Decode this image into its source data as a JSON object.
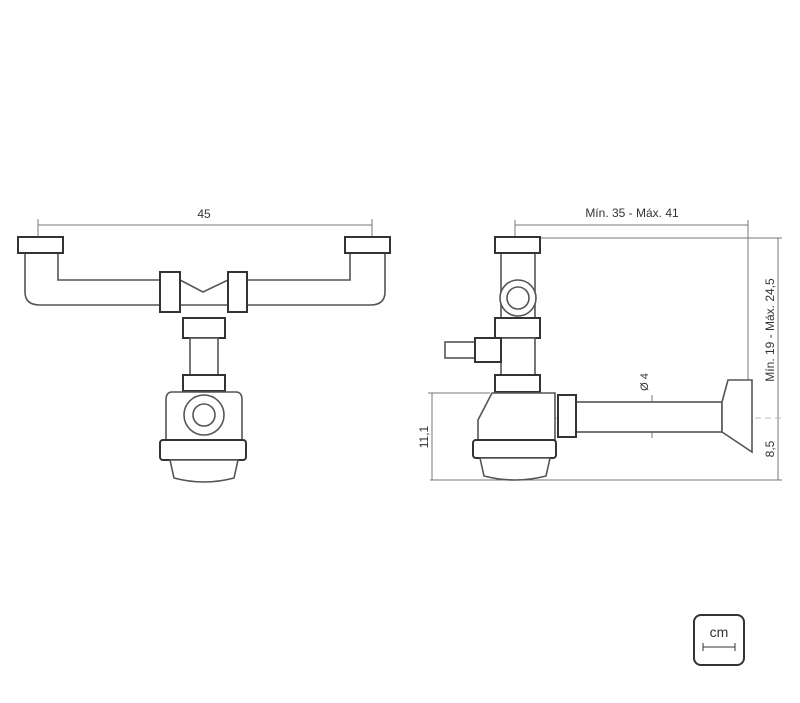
{
  "front_view": {
    "width_label": "45"
  },
  "side_view": {
    "depth_label": "Mín. 35 - Máx. 41",
    "height_label": "Mín. 19 - Máx. 24,5",
    "diameter_label": "Ø 4",
    "trap_height_label": "11,1",
    "outlet_height_label": "8,5"
  },
  "unit_badge": {
    "label": "cm"
  }
}
